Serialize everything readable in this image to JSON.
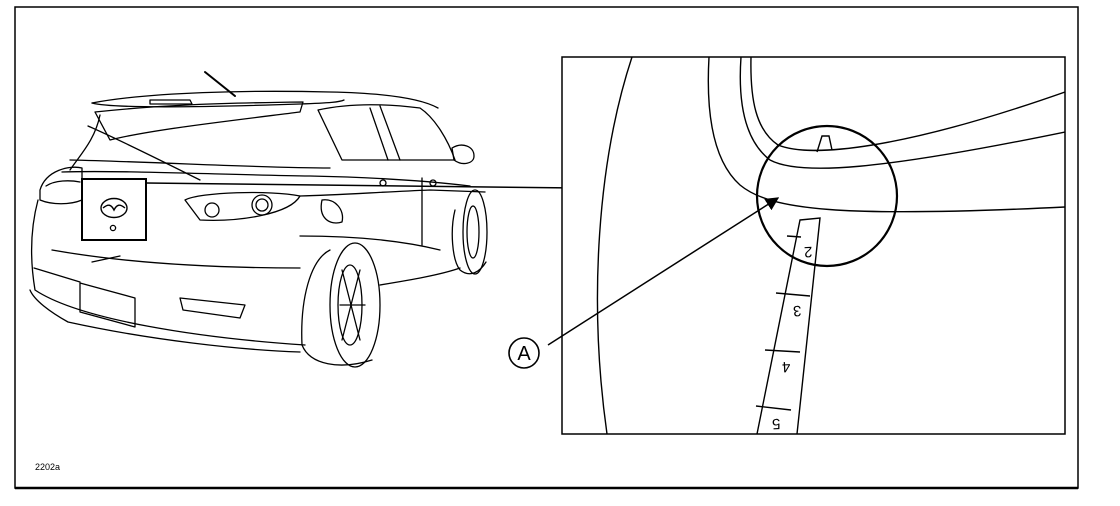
{
  "figure": {
    "code": "2202a"
  },
  "callout": {
    "letter": "A"
  },
  "ruler": {
    "numbers": [
      "2",
      "3",
      "4",
      "5"
    ]
  },
  "colors": {
    "ink": "#000000",
    "paper": "#ffffff"
  }
}
